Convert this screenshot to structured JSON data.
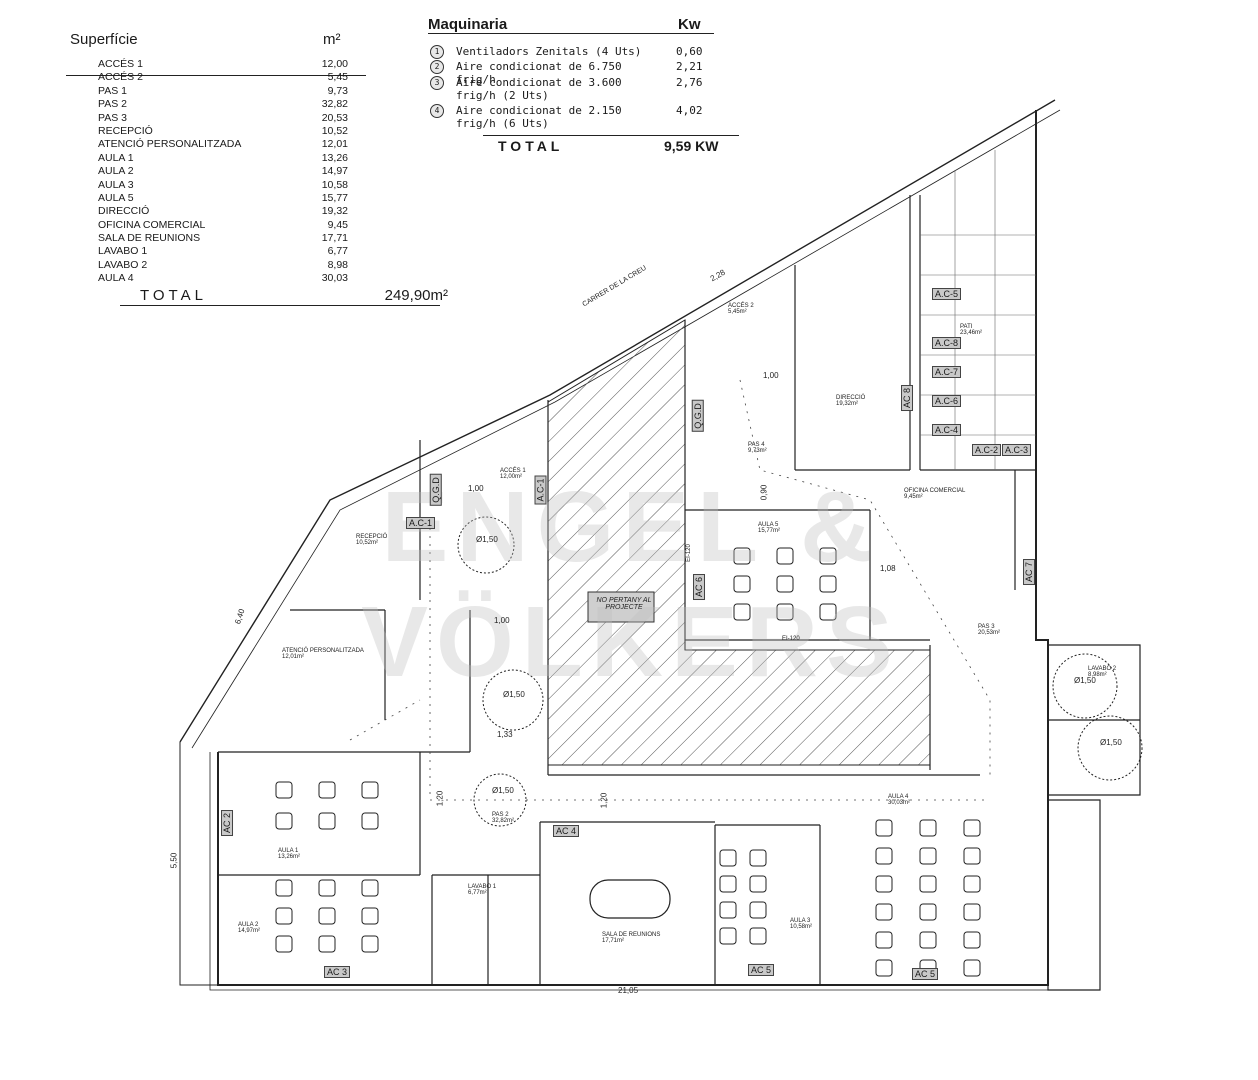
{
  "superficie": {
    "title": "Superfície",
    "unit": "m²",
    "rows": [
      {
        "name": "ACCÉS 1",
        "value": "12,00"
      },
      {
        "name": "ACCÉS 2",
        "value": "5,45"
      },
      {
        "name": "PAS 1",
        "value": "9,73"
      },
      {
        "name": "PAS 2",
        "value": "32,82"
      },
      {
        "name": "PAS 3",
        "value": "20,53"
      },
      {
        "name": "RECEPCIÓ",
        "value": "10,52"
      },
      {
        "name": "ATENCIÓ PERSONALITZADA",
        "value": "12,01"
      },
      {
        "name": "AULA 1",
        "value": "13,26"
      },
      {
        "name": "AULA 2",
        "value": "14,97"
      },
      {
        "name": "AULA 3",
        "value": "10,58"
      },
      {
        "name": "AULA 5",
        "value": "15,77"
      },
      {
        "name": "DIRECCIÓ",
        "value": "19,32"
      },
      {
        "name": "OFICINA COMERCIAL",
        "value": "9,45"
      },
      {
        "name": "SALA DE REUNIONS",
        "value": "17,71"
      },
      {
        "name": "LAVABO 1",
        "value": "6,77"
      },
      {
        "name": "LAVABO 2",
        "value": "8,98"
      },
      {
        "name": "AULA 4",
        "value": "30,03"
      }
    ],
    "total_label": "TOTAL",
    "total_value": "249,90m²"
  },
  "maquinaria": {
    "title": "Maquinaria",
    "unit": "Kw",
    "items": [
      {
        "num": "1",
        "desc": "Ventiladors Zenitals (4 Uts)",
        "kw": "0,60"
      },
      {
        "num": "2",
        "desc": "Aire condicionat de 6.750 frig/h",
        "kw": "2,21"
      },
      {
        "num": "3",
        "desc": "Aire condicionat de 3.600 frig/h (2 Uts)",
        "kw": "2,76"
      },
      {
        "num": "4",
        "desc": "Aire condicionat de 2.150 frig/h (6 Uts)",
        "kw": "4,02"
      }
    ],
    "total_label": "TOTAL",
    "total_value": "9,59 KW"
  },
  "watermark": "ENGEL & VÖLKERS",
  "street": "CARRER DE LA CREU",
  "hatched_label": "NO PERTANY AL PROJECTE",
  "rooms": {
    "acces2": "ACCÉS 2\n5,45m²",
    "acces1": "ACCÉS 1\n12,00m²",
    "direccio": "DIRECCIÓ\n19,32m²",
    "pati": "PATI\n23,46m²",
    "pas4": "PAS 4\n9,73m²",
    "recepcio": "RECEPCIÓ\n10,52m²",
    "atencio": "ATENCIÓ PERSONALITZADA\n12,01m²",
    "aula5": "AULA 5\n15,77m²",
    "oficina": "OFICINA COMERCIAL\n9,45m²",
    "pas3": "PAS 3\n20,53m²",
    "lavabo2": "LAVABO 2\n8,98m²",
    "aula1": "AULA 1\n13,26m²",
    "aula2": "AULA 2\n14,97m²",
    "pas2": "PAS 2\n32,82m²",
    "lavabo1": "LAVABO 1\n6,77m²",
    "sala": "SALA DE REUNIONS\n17,71m²",
    "aula3": "AULA 3\n10,58m²",
    "aula4": "AULA 4\n30,03m²"
  },
  "dims": {
    "d228": "2,28",
    "d100a": "1,00",
    "d090": "0,90",
    "d108": "1,08",
    "d100b": "1,00",
    "d100c": "1,00",
    "d133": "1,33",
    "d120a": "1,20",
    "d120b": "1,20",
    "d640": "6,40",
    "d550": "5,50",
    "d2105": "21,05",
    "phi1": "Ø1,50",
    "phi2": "Ø1,50",
    "phi3": "Ø1,50",
    "phi4": "Ø1,50",
    "phi5": "Ø1,50"
  },
  "equipment": {
    "ac5a": "A.C-5",
    "ac8": "A.C-8",
    "ac7a": "A.C-7",
    "ac6a": "A.C-6",
    "ac4a": "A.C-4",
    "ac2a": "A.C-2",
    "ac3a": "A.C-3",
    "ac1": "A.C-1",
    "ac1b": "A.C-1",
    "ac8v": "AC 8",
    "ac6v": "AC 6",
    "ac7v": "AC 7",
    "ac2v": "AC 2",
    "ac43": "AC 4",
    "ac3": "AC 3",
    "ac5b": "AC 5",
    "ac5c": "AC 5",
    "qgd1": "Q.G.D",
    "qgd2": "Q.G.D",
    "ei120a": "EI-120",
    "ei120b": "EI-120"
  }
}
